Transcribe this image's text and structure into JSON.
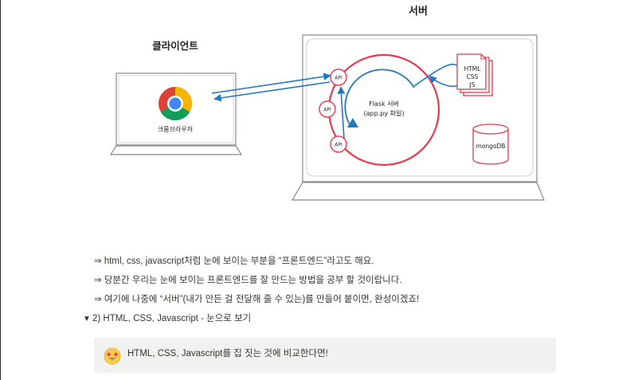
{
  "diagram": {
    "server_title": "서버",
    "client_title": "클라이언트",
    "browser_label": "크롬브라우저",
    "api_label": "API",
    "flask_line1": "Flask 서버",
    "flask_line2": "(app.py 파일)",
    "file_lines": [
      "HTML",
      "CSS",
      "JS"
    ],
    "db_label": "mongoDB",
    "colors": {
      "red": "#e8394f",
      "blue": "#1f78c1",
      "frame": "#9a9a9a"
    }
  },
  "content": {
    "lines": [
      "⇒ html, css, javascript처럼 눈에 보이는 부분을 “프론트엔드”라고도 해요.",
      "⇒ 당분간 우리는 눈에 보이는 프론트엔드를 잘 만드는 방법을 공부 할 것이랍니다.",
      "⇒ 여기에 나중에 “서버”(내가 만든 걸 전달해 줄 수 있는)를 만들어 붙이면, 완성이겠죠!"
    ],
    "toggle_icon": "▼",
    "toggle_label": "2) HTML, CSS, Javascript - 눈으로 보기",
    "callout_icon": "star-struck-emoji",
    "callout_text": "HTML, CSS, Javascript를 집 짓는 것에 비교한다면!"
  }
}
